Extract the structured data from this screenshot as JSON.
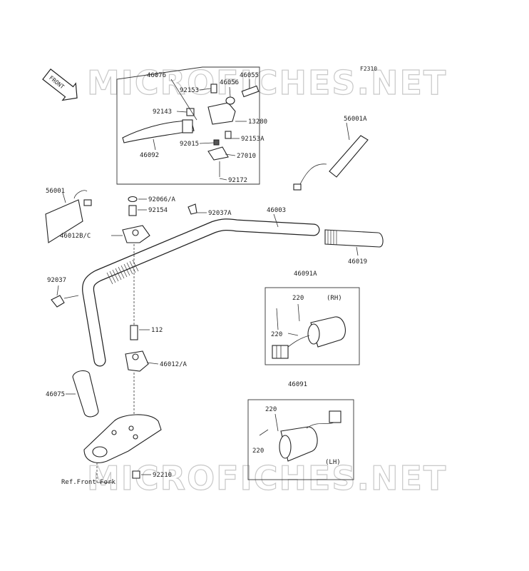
{
  "diagram_id": "F2310",
  "front_label": "FRONT",
  "watermark": "MICROFICHES.NET",
  "ref_label": "Ref.Front Fork",
  "callouts": {
    "p46076": "46076",
    "p46055": "46055",
    "p92153": "92153",
    "p46056": "46056",
    "p92143": "92143",
    "p13280": "13280",
    "p92153a": "92153A",
    "p92015": "92015",
    "p27010": "27010",
    "p46092": "46092",
    "p92172": "92172",
    "p56001a": "56001A",
    "p56001": "56001",
    "p92066a": "92066/A",
    "p92154": "92154",
    "p92037a": "92037A",
    "p46003": "46003",
    "p46012bc": "46012B/C",
    "p46019": "46019",
    "p46091a": "46091A",
    "p92037": "92037",
    "p220_rh_top": "220",
    "rh": "(RH)",
    "p220_rh_left": "220",
    "p112": "112",
    "p46012a": "46012/A",
    "p46091": "46091",
    "p46075": "46075",
    "p220_lh_top": "220",
    "p220_lh_left": "220",
    "lh": "(LH)",
    "p92210": "92210"
  }
}
